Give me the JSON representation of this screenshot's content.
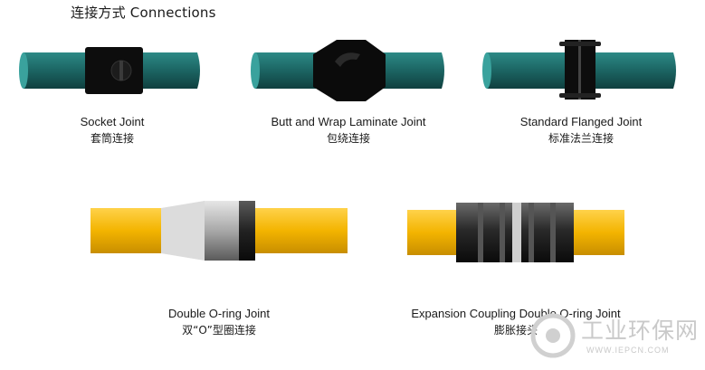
{
  "title": "连接方式 Connections",
  "joints": [
    {
      "en": "Socket Joint",
      "zh": "套筒连接"
    },
    {
      "en": "Butt and Wrap Laminate Joint",
      "zh": "包绕连接"
    },
    {
      "en": "Standard Flanged Joint",
      "zh": "标准法兰连接"
    },
    {
      "en": "Double O-ring Joint",
      "zh": "双“O”型圈连接"
    },
    {
      "en": "Expansion Coupling Double O-ring Joint",
      "zh": "膨胀接头"
    }
  ],
  "watermark": {
    "name": "工业环保网",
    "url": "WWW.IEPCN.COM"
  },
  "colors": {
    "pipe_teal": "#1f6f6c",
    "pipe_yellow": "#f5b800",
    "fitting_black": "#111111"
  }
}
